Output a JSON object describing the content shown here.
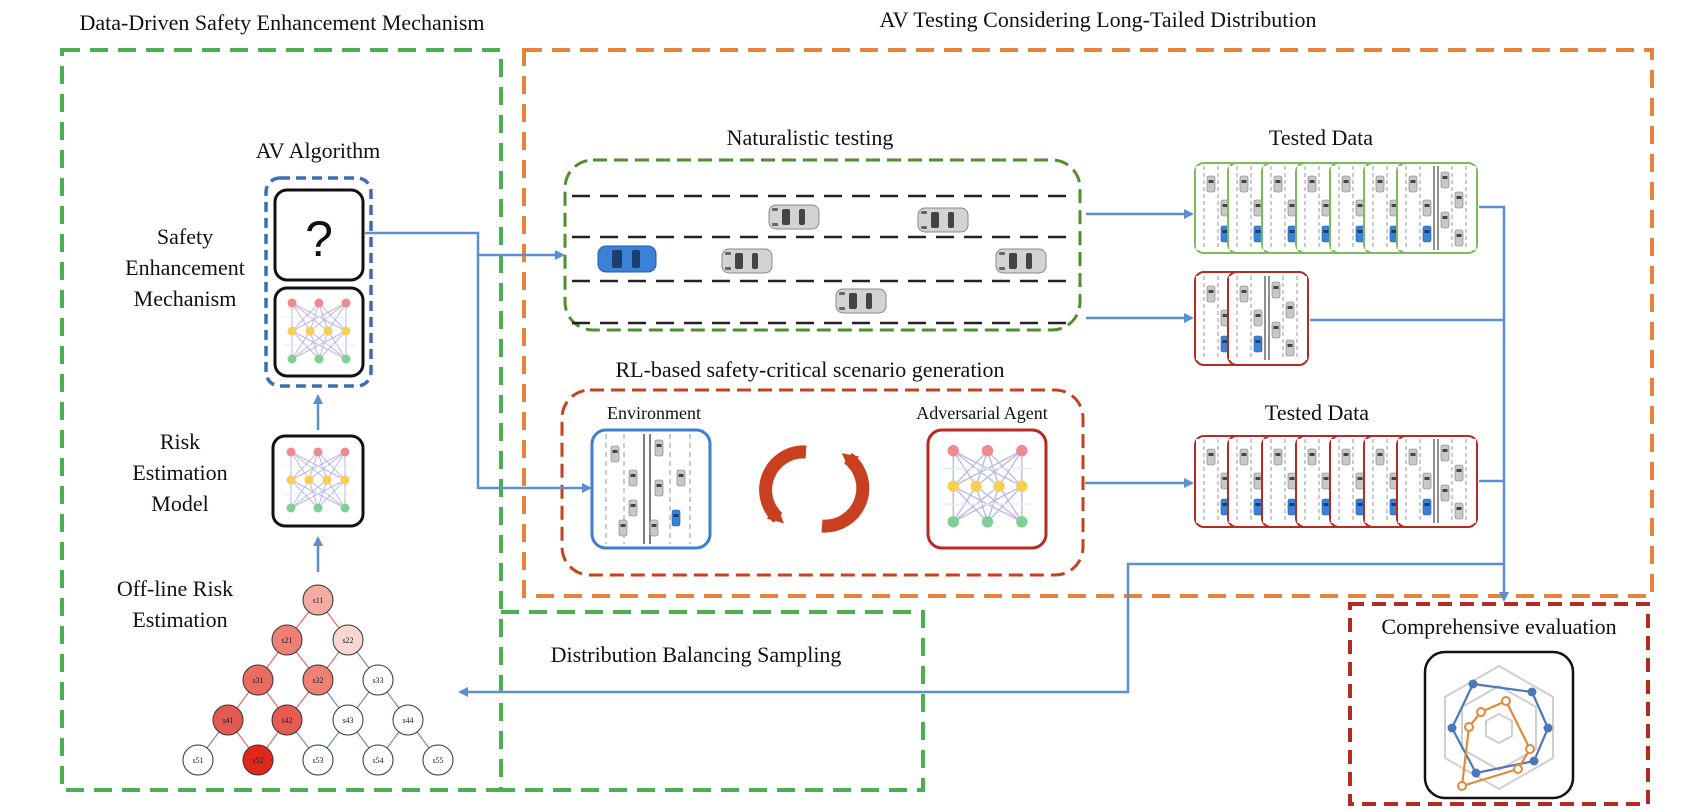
{
  "titles": {
    "safety_mechanism": "Data-Driven Safety Enhancement Mechanism",
    "av_testing": "AV Testing Considering Long-Tailed Distribution"
  },
  "left": {
    "av_algorithm": "AV Algorithm",
    "question_mark": "?",
    "safety_label": [
      "Safety",
      "Enhancement",
      "Mechanism"
    ],
    "risk_label": [
      "Risk",
      "Estimation",
      "Model"
    ],
    "offline_label": [
      "Off-line Risk",
      "Estimation"
    ],
    "risk_nodes": [
      "s11",
      "s21",
      "s22",
      "s31",
      "s32",
      "s33",
      "s41",
      "s42",
      "s43",
      "s44",
      "s51",
      "s52",
      "s53",
      "s54",
      "s55"
    ]
  },
  "middle": {
    "naturalistic": "Naturalistic testing",
    "rl_generation": "RL-based safety-critical scenario generation",
    "environment": "Environment",
    "adversarial": "Adversarial Agent"
  },
  "right": {
    "tested_data_top": "Tested Data",
    "tested_data_bottom": "Tested Data",
    "comprehensive": "Comprehensive evaluation"
  },
  "bottom": {
    "sampling": "Distribution Balancing Sampling"
  },
  "colors": {
    "green_dash": "#4caf50",
    "orange_dash": "#e8843a",
    "red_dash": "#b52a22",
    "blue_arrow": "#5b8fcf",
    "blue_box": "#3d6db5",
    "ego_car": "#3b82d6"
  }
}
